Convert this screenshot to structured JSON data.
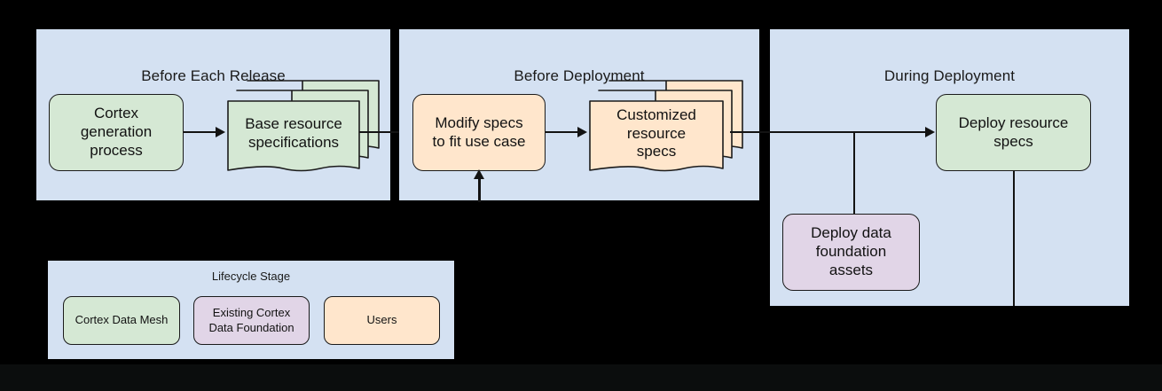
{
  "diagram": {
    "background_color": "#000000",
    "panel_color": "#d4e1f2",
    "line_color": "#131313",
    "colors": {
      "cortex_data_mesh": "#d5e8d4",
      "existing_cortex_data_foundation": "#e1d5e7",
      "users": "#ffe6cc"
    },
    "panels": [
      {
        "title": "Before Each Release"
      },
      {
        "title": "Before Deployment"
      },
      {
        "title": "During Deployment"
      }
    ],
    "nodes": {
      "cortex_generation_process": "Cortex\ngeneration\nprocess",
      "base_resource_specifications": "Base resource\nspecifications",
      "modify_specs": "Modify specs\nto fit use case",
      "customized_resource_specs": "Customized\nresource\nspecs",
      "deploy_resource_specs": "Deploy resource\nspecs",
      "deploy_data_foundation_assets": "Deploy data\nfoundation\nassets"
    },
    "legend": {
      "title": "Lifecycle Stage",
      "items": [
        {
          "label": "Cortex Data Mesh",
          "color": "#d5e8d4"
        },
        {
          "label": "Existing Cortex\nData Foundation",
          "color": "#e1d5e7"
        },
        {
          "label": "Users",
          "color": "#ffe6cc"
        }
      ]
    }
  }
}
